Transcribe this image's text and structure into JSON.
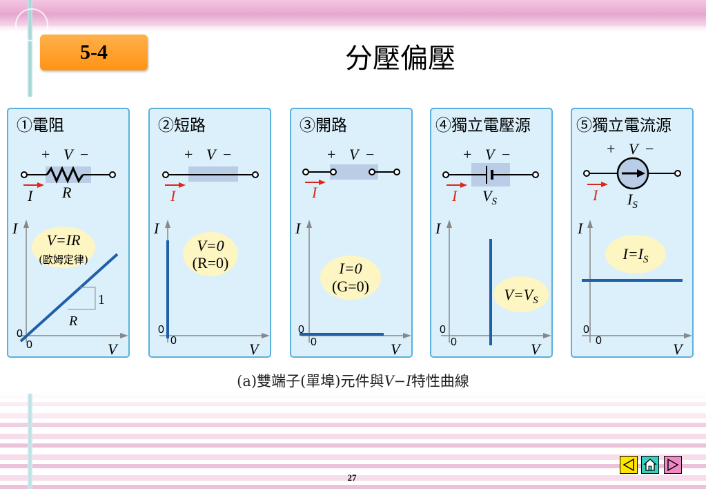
{
  "header": {
    "section_number": "5-4",
    "title": "分壓偏壓"
  },
  "panels": [
    {
      "title": "①電阻",
      "symbols": {
        "plus": "+",
        "v": "V",
        "minus": "−",
        "current": "I",
        "label": "R"
      },
      "graph": {
        "y_axis": "I",
        "x_axis": "V",
        "origin_y": "0",
        "origin_x": "0",
        "bubble_line1": "V=IR",
        "bubble_line2": "(歐姆定律)",
        "slope_rise": "1",
        "slope_run": "R"
      }
    },
    {
      "title": "②短路",
      "symbols": {
        "plus": "+",
        "v": "V",
        "minus": "−",
        "current": "I"
      },
      "graph": {
        "y_axis": "I",
        "x_axis": "V",
        "origin_y": "0",
        "origin_x": "0",
        "bubble_line1": "V=0",
        "bubble_line2": "(R=0)"
      }
    },
    {
      "title": "③開路",
      "symbols": {
        "plus": "+",
        "v": "V",
        "minus": "−",
        "current": "I"
      },
      "graph": {
        "y_axis": "I",
        "x_axis": "V",
        "origin_y": "0",
        "origin_x": "0",
        "bubble_line1": "I=0",
        "bubble_line2": "(G=0)"
      }
    },
    {
      "title": "④獨立電壓源",
      "symbols": {
        "plus": "+",
        "v": "V",
        "minus": "−",
        "current": "I",
        "label": "V",
        "label_sub": "S"
      },
      "graph": {
        "y_axis": "I",
        "x_axis": "V",
        "origin_y": "0",
        "origin_x": "0",
        "bubble_line1": "V=V",
        "bubble_sub": "S"
      }
    },
    {
      "title": "⑤獨立電流源",
      "symbols": {
        "plus": "+",
        "v": "V",
        "minus": "−",
        "current": "I",
        "label": "I",
        "label_sub": "S"
      },
      "graph": {
        "y_axis": "I",
        "x_axis": "V",
        "origin_y": "0",
        "origin_x": "0",
        "bubble_line1": "I=I",
        "bubble_sub": "S"
      }
    }
  ],
  "caption": {
    "prefix": "(a)雙端子(單埠)元件與",
    "var1": "V",
    "dash": "−",
    "var2": "I",
    "suffix": "特性曲線"
  },
  "footer": {
    "page_number": "27"
  },
  "nav": {
    "prev": "previous-slide",
    "home": "home",
    "next": "next-slide"
  },
  "colors": {
    "accent_orange": "#ff9c26",
    "panel_bg": "#dbf0fb",
    "panel_border": "#5ab0da",
    "line_blue": "#1f5fa8",
    "bubble": "#fdf5c2",
    "arrow_red": "#e0261a"
  }
}
